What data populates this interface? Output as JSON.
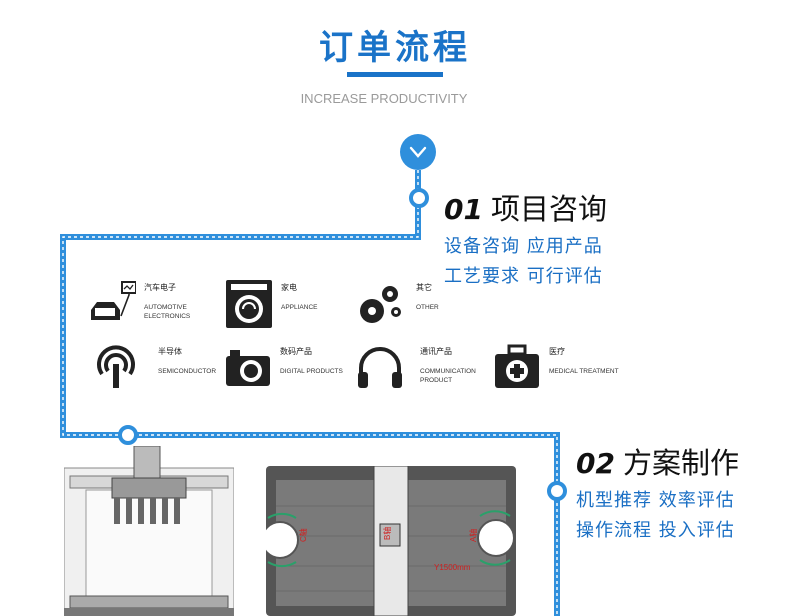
{
  "header": {
    "title": "订单流程",
    "subtitle": "INCREASE PRODUCTIVITY"
  },
  "steps": [
    {
      "number": "01",
      "title": "项目咨询",
      "lines": [
        "设备咨询  应用产品",
        "工艺要求  可行评估"
      ]
    },
    {
      "number": "02",
      "title": "方案制作",
      "lines": [
        "机型推荐  效率评估",
        "操作流程  投入评估"
      ]
    }
  ],
  "categories": [
    {
      "cn": "汽车电子",
      "en": "AUTOMOTIVE ELECTRONICS",
      "icon": "car-diagnostics-icon"
    },
    {
      "cn": "家电",
      "en": "APPLIANCE",
      "icon": "washing-machine-icon"
    },
    {
      "cn": "其它",
      "en": "OTHER",
      "icon": "gears-icon"
    },
    {
      "cn": "半导体",
      "en": "SEMICONDUCTOR",
      "icon": "semiconductor-signal-icon"
    },
    {
      "cn": "数码产品",
      "en": "DIGITAL PRODUCTS",
      "icon": "camera-icon"
    },
    {
      "cn": "通讯产品",
      "en": "COMMUNICATION PRODUCT",
      "icon": "headphones-icon"
    },
    {
      "cn": "医疗",
      "en": "MEDICAL TREATMENT",
      "icon": "medical-kit-icon"
    }
  ],
  "machine_top_view": {
    "label_y": "Y1500mm",
    "label_c": "C轴",
    "label_b": "B轴",
    "label_a": "A轴"
  },
  "colors": {
    "accent": "#1a73c8",
    "line": "#2f8fdc"
  }
}
